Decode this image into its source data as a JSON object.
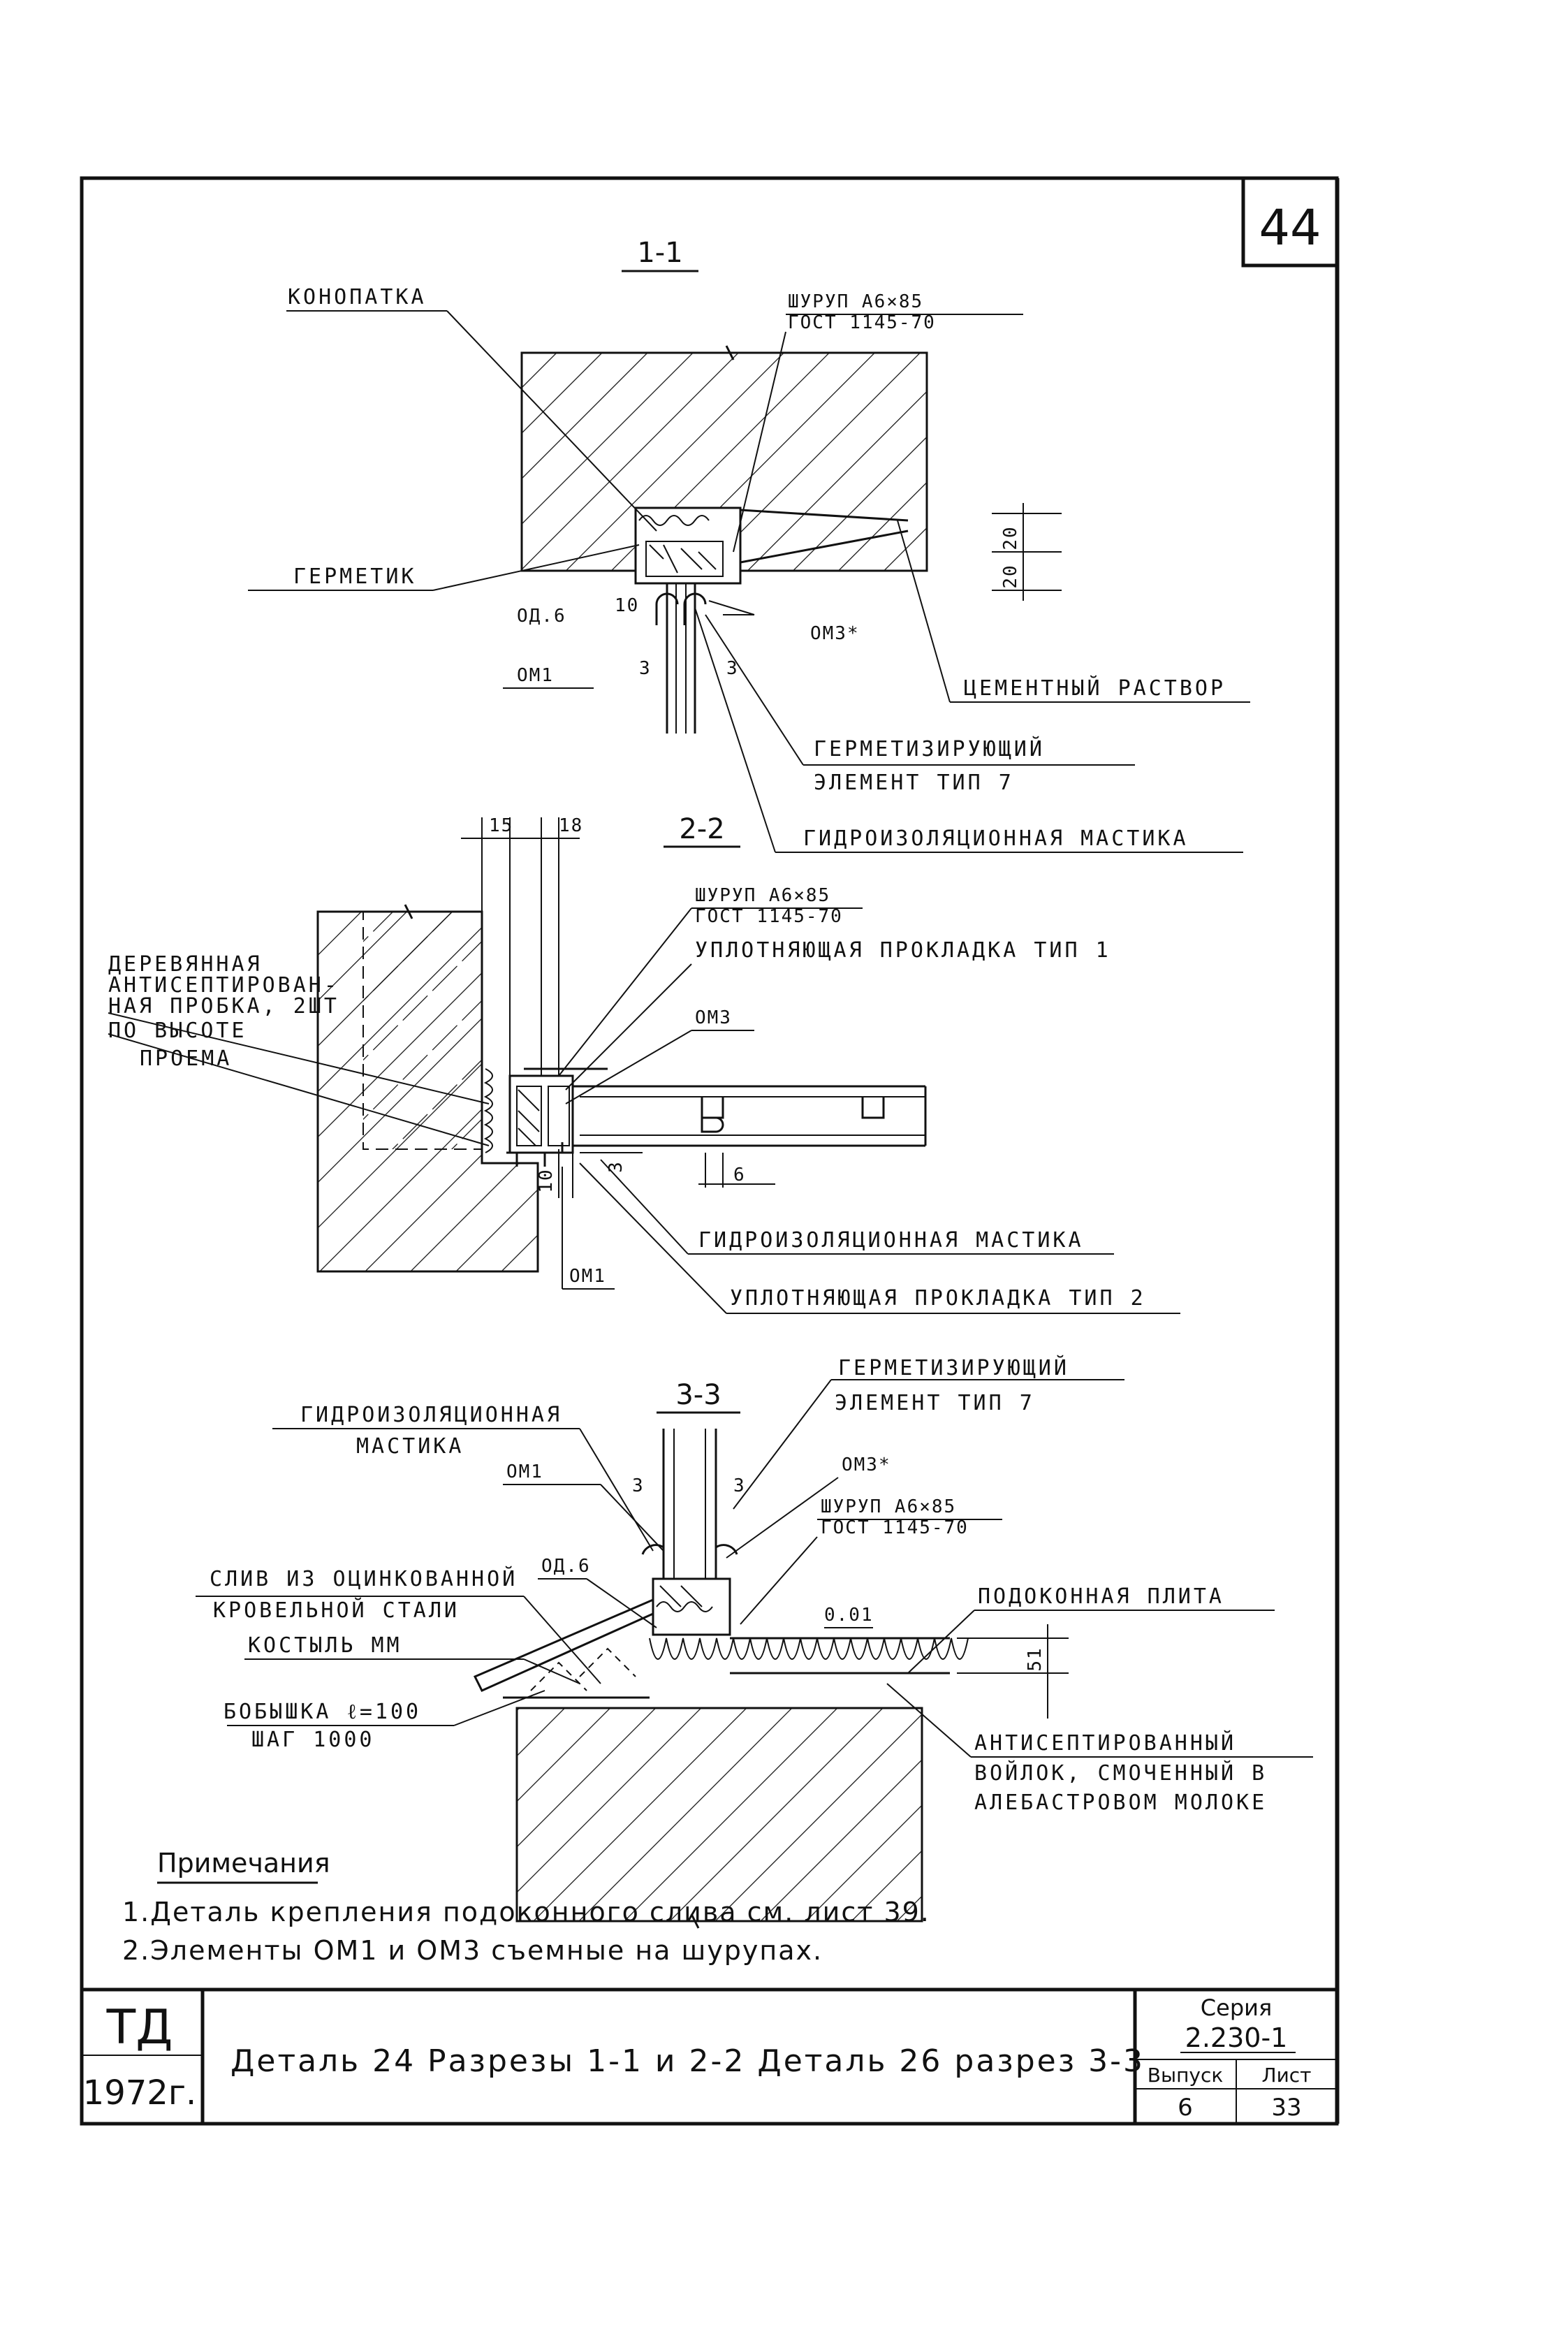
{
  "sheet_number": "44",
  "section_1": {
    "title": "1-1",
    "konopatka": "КОНОПАТКА",
    "screw": "ШУРУП А6×85",
    "screw_gost": "ГОСТ 1145-70",
    "germetik": "ГЕРМЕТИК",
    "od6": "ОД.6",
    "dim_10": "10",
    "om1": "ОМ1",
    "dim_3_left": "3",
    "dim_3_right": "3",
    "om3": "ОМ3*",
    "dim_20_top": "20",
    "dim_20_bottom": "20",
    "cement": "ЦЕМЕНТНЫЙ РАСТВОР",
    "seal_line1": "ГЕРМЕТИЗИРУЮЩИЙ",
    "seal_line2": "ЭЛЕМЕНТ ТИП 7",
    "mastic": "ГИДРОИЗОЛЯЦИОННАЯ МАСТИКА"
  },
  "section_2": {
    "title": "2-2",
    "dim_15": "15",
    "dim_18": "18",
    "screw": "ШУРУП А6×85",
    "screw_gost": "ГОСТ 1145-70",
    "gasket1": "УПЛОТНЯЮЩАЯ ПРОКЛАДКА ТИП 1",
    "om3": "ОМ3",
    "plug_l1": "ДЕРЕВЯННАЯ",
    "plug_l2": "АНТИСЕПТИРОВАН-",
    "plug_l3": "НАЯ ПРОБКА, 2ШТ",
    "plug_l4": "ПО ВЫСОТЕ",
    "plug_l5": "ПРОЕМА",
    "dim_10": "10",
    "dim_3": "3",
    "dim_6": "6",
    "mastic": "ГИДРОИЗОЛЯЦИОННАЯ МАСТИКА",
    "om1": "ОМ1",
    "gasket2": "УПЛОТНЯЮЩАЯ ПРОКЛАДКА ТИП 2"
  },
  "section_3": {
    "title": "3-3",
    "seal_line1": "ГЕРМЕТИЗИРУЮЩИЙ",
    "seal_line2": "ЭЛЕМЕНТ ТИП 7",
    "mastic_l1": "ГИДРОИЗОЛЯЦИОННАЯ",
    "mastic_l2": "МАСТИКА",
    "om1": "ОМ1",
    "dim_3_left": "3",
    "dim_3_right": "3",
    "om3": "ОМ3*",
    "screw": "ШУРУП А6×85",
    "screw_gost": "ГОСТ 1145-70",
    "od6": "ОД.6",
    "drip_l1": "СЛИВ ИЗ ОЦИНКОВАННОЙ",
    "drip_l2": "КРОВЕЛЬНОЙ СТАЛИ",
    "slope": "0.01",
    "sill": "ПОДОКОННАЯ ПЛИТА",
    "kostyl": "КОСТЫЛЬ ММ",
    "dim_51": "51",
    "bobyshka_l1": "БОБЫШКА ℓ=100",
    "bobyshka_l2": "ШАГ 1000",
    "felt_l1": "АНТИСЕПТИРОВАННЫЙ",
    "felt_l2": "ВОЙЛОК, СМОЧЕННЫЙ В",
    "felt_l3": "АЛЕБАСТРОВОМ МОЛОКЕ"
  },
  "notes": {
    "heading": "Примечания",
    "item1": "1.Деталь крепления подоконного слива см. лист 39.",
    "item2": "2.Элементы ОМ1 и ОМ3 съемные на шурупах."
  },
  "title_block": {
    "org": "ТД",
    "year": "1972г.",
    "title": "Деталь 24  Разрезы 1-1 и 2-2  Деталь 26  разрез 3-3",
    "series_label": "Серия",
    "series_value": "2.230-1",
    "issue_label": "Выпуск",
    "issue_value": "6",
    "sheet_label": "Лист",
    "sheet_value": "33"
  }
}
